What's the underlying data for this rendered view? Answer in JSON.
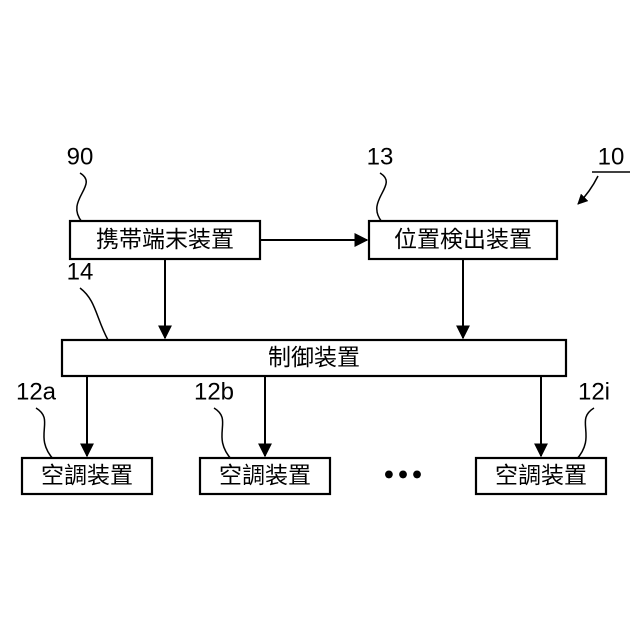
{
  "system_ref": "10",
  "boxes": {
    "portable_terminal": {
      "label": "携帯端末装置",
      "ref": "90"
    },
    "position_detector": {
      "label": "位置検出装置",
      "ref": "13"
    },
    "controller": {
      "label": "制御装置",
      "ref": "14"
    },
    "aircon_a": {
      "label": "空調装置",
      "ref": "12a"
    },
    "aircon_b": {
      "label": "空調装置",
      "ref": "12b"
    },
    "aircon_i": {
      "label": "空調装置",
      "ref": "12i"
    }
  },
  "ellipsis": "•••"
}
